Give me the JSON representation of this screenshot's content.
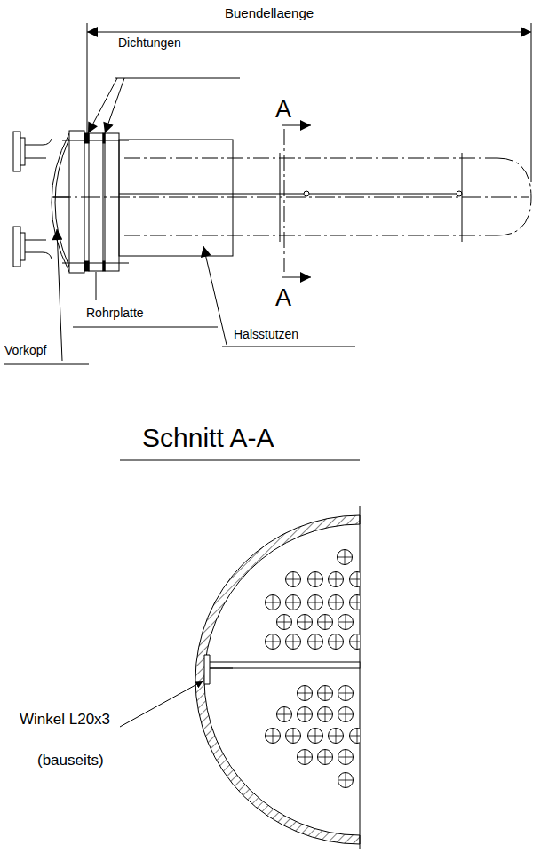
{
  "diagram": {
    "labels": [
      "Buendellaenge",
      "Dichtungen",
      "A",
      "A",
      "Rohrplatte",
      "Halsstutzen",
      "Vorkopf",
      "Schnitt A-A",
      "Winkel L20x3",
      "(bauseits)"
    ]
  }
}
